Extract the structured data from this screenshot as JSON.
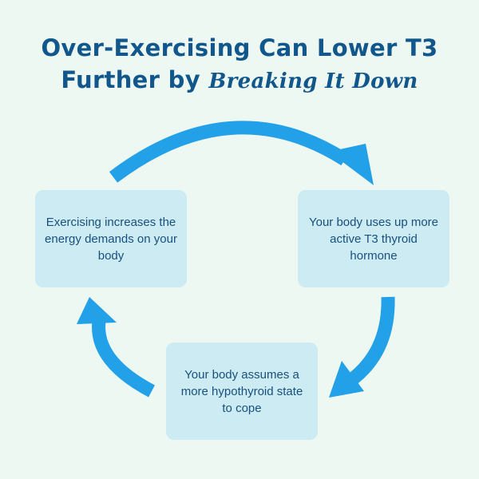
{
  "title": {
    "line1": "Over-Exercising Can Lower T3",
    "line2_plain": "Further by",
    "line2_script": "Breaking It Down"
  },
  "steps": [
    {
      "text": "Exercising increases the energy demands on your body"
    },
    {
      "text": "Your body uses up more active T3 thyroid hormone"
    },
    {
      "text": "Your body assumes a more hypothyroid state to cope"
    }
  ],
  "colors": {
    "background": "#eef8f3",
    "title": "#11578c",
    "box": "#cdebf2",
    "arrow": "#22a0e8",
    "box_text": "#18507f"
  }
}
